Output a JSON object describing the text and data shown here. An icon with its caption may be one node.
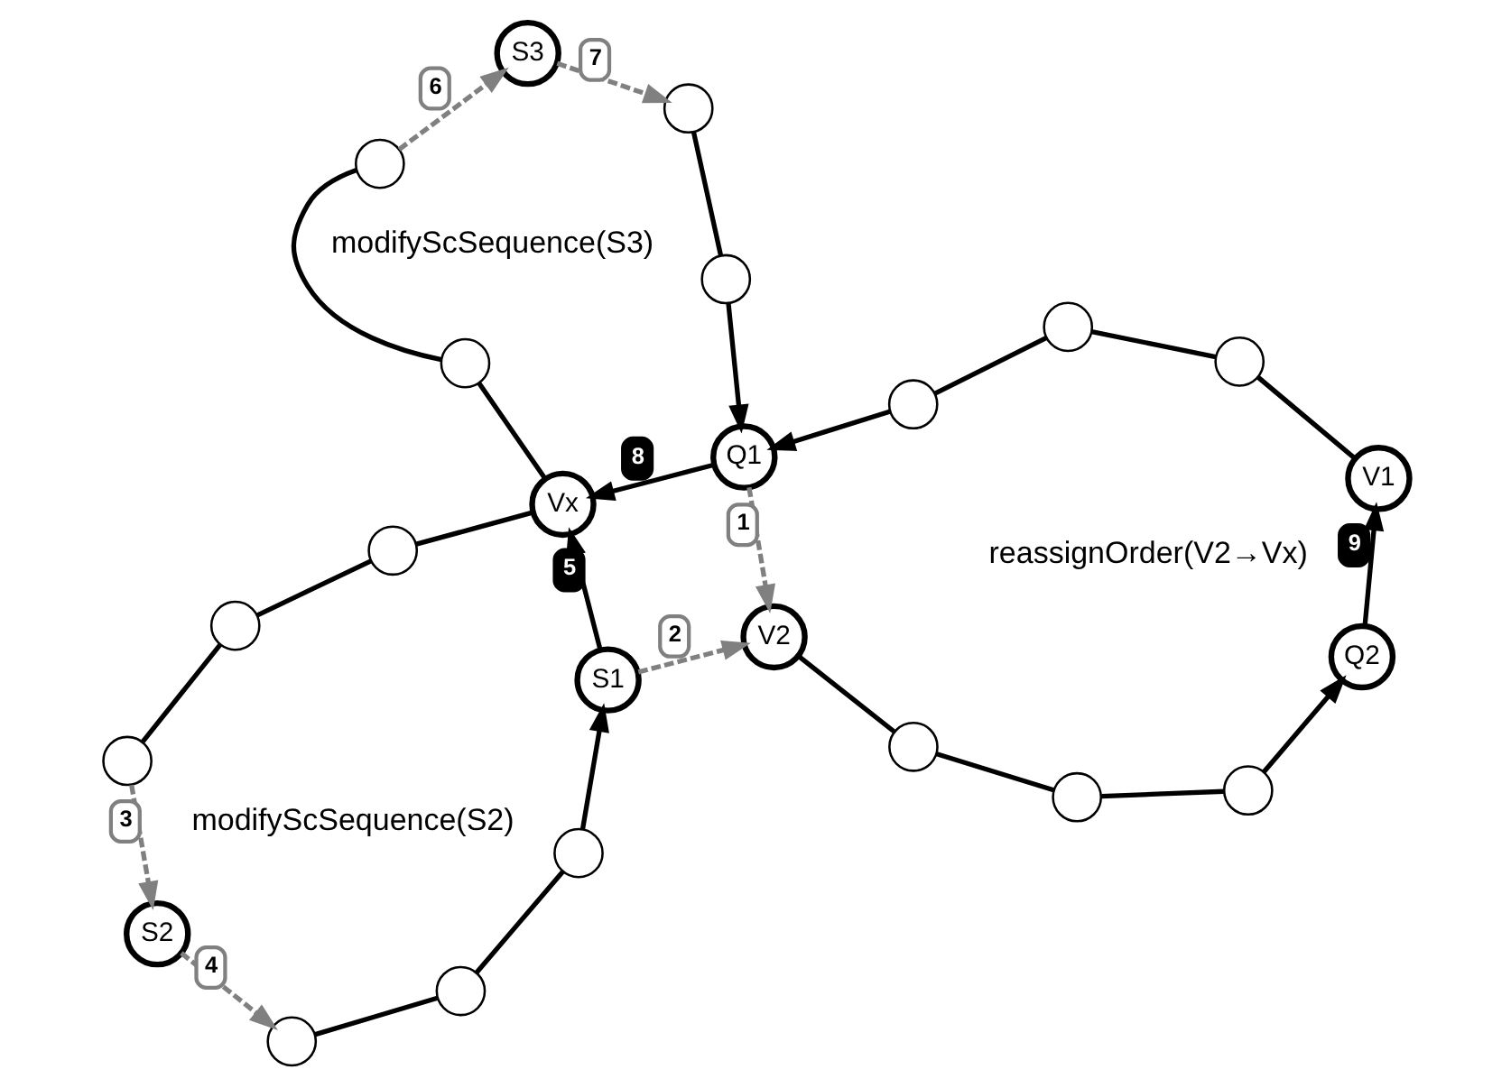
{
  "diagram": {
    "nodes": [
      {
        "text": [
          "S2"
        ]
      },
      {
        "text": [],
        "shape": "circle"
      },
      {
        "text": [],
        "shape": "circle"
      },
      {
        "text": [],
        "shape": "circle"
      },
      {
        "text": [
          "S1"
        ]
      },
      {
        "text": [
          "Vx"
        ]
      },
      {
        "text": [],
        "shape": "circle"
      },
      {
        "text": [],
        "shape": "circle"
      },
      {
        "text": [],
        "shape": "circle"
      },
      {
        "text": [
          "V2"
        ]
      },
      {
        "text": [],
        "shape": "circle"
      },
      {
        "text": [],
        "shape": "circle"
      },
      {
        "text": [],
        "shape": "circle"
      },
      {
        "text": [
          "Q2"
        ]
      },
      {
        "text": [
          "V1"
        ]
      },
      {
        "text": [],
        "shape": "circle"
      },
      {
        "text": [],
        "shape": "circle"
      },
      {
        "text": [],
        "shape": "circle"
      },
      {
        "text": [
          "Q1"
        ]
      },
      {
        "text": [],
        "shape": "circle"
      },
      {
        "text": [],
        "shape": "circle"
      },
      {
        "text": [
          "S3"
        ]
      },
      {
        "text": [],
        "shape": "circle"
      },
      {
        "text": [],
        "shape": "circle"
      }
    ],
    "edges": [
      {
        "from": 8,
        "to": 0,
        "arrow": "to",
        "label": "3",
        "style": "dashed",
        "color": "#808080"
      },
      {
        "from": 0,
        "to": 1,
        "arrow": "to",
        "label": "4",
        "style": "dashed",
        "color": "#808080"
      },
      {
        "from": 1,
        "to": 2,
        "arrow": "none"
      },
      {
        "from": 2,
        "to": 3,
        "arrow": "none"
      },
      {
        "from": 3,
        "to": 4,
        "arrow": "to"
      },
      {
        "from": 4,
        "to": 5,
        "arrow": "to",
        "label": "5"
      },
      {
        "from": 5,
        "to": 6,
        "arrow": "none"
      },
      {
        "from": 6,
        "to": 7,
        "arrow": "none"
      },
      {
        "from": 7,
        "to": 8,
        "arrow": "none"
      },
      {
        "from": 4,
        "to": 9,
        "arrow": "to",
        "label": "2",
        "style": "dashed",
        "color": "#808080"
      },
      {
        "from": 9,
        "to": 10,
        "arrow": "none"
      },
      {
        "from": 10,
        "to": 11,
        "arrow": "none"
      },
      {
        "from": 11,
        "to": 12,
        "arrow": "none"
      },
      {
        "from": 12,
        "to": 13,
        "arrow": "to"
      },
      {
        "from": 13,
        "to": 14,
        "arrow": "to",
        "label": "9"
      },
      {
        "from": 14,
        "to": 15,
        "arrow": "none"
      },
      {
        "from": 15,
        "to": 16,
        "arrow": "none"
      },
      {
        "from": 16,
        "to": 17,
        "arrow": "none"
      },
      {
        "from": 17,
        "to": 18,
        "arrow": "to"
      },
      {
        "from": 18,
        "to": 9,
        "arrow": "to",
        "label": "1",
        "style": "dashed",
        "color": "#808080"
      },
      {
        "from": 18,
        "to": 5,
        "arrow": "to",
        "label": "8"
      },
      {
        "from": 5,
        "to": 19,
        "arrow": "none"
      },
      {
        "from": 19,
        "to": 20,
        "arrow": "none"
      },
      {
        "from": 20,
        "to": 21,
        "arrow": "to",
        "label": "6",
        "style": "dashed",
        "color": "#808080"
      },
      {
        "from": 21,
        "to": 22,
        "arrow": "to",
        "label": "7",
        "style": "dashed",
        "color": "#808080"
      },
      {
        "from": 22,
        "to": 23,
        "arrow": "none"
      },
      {
        "from": 23,
        "to": 18,
        "arrow": "to"
      }
    ],
    "labels": [
      "modifyScSequence(S2)",
      "reassignOrder(V2→Vx)",
      "modifyScSequence(S3)"
    ]
  }
}
